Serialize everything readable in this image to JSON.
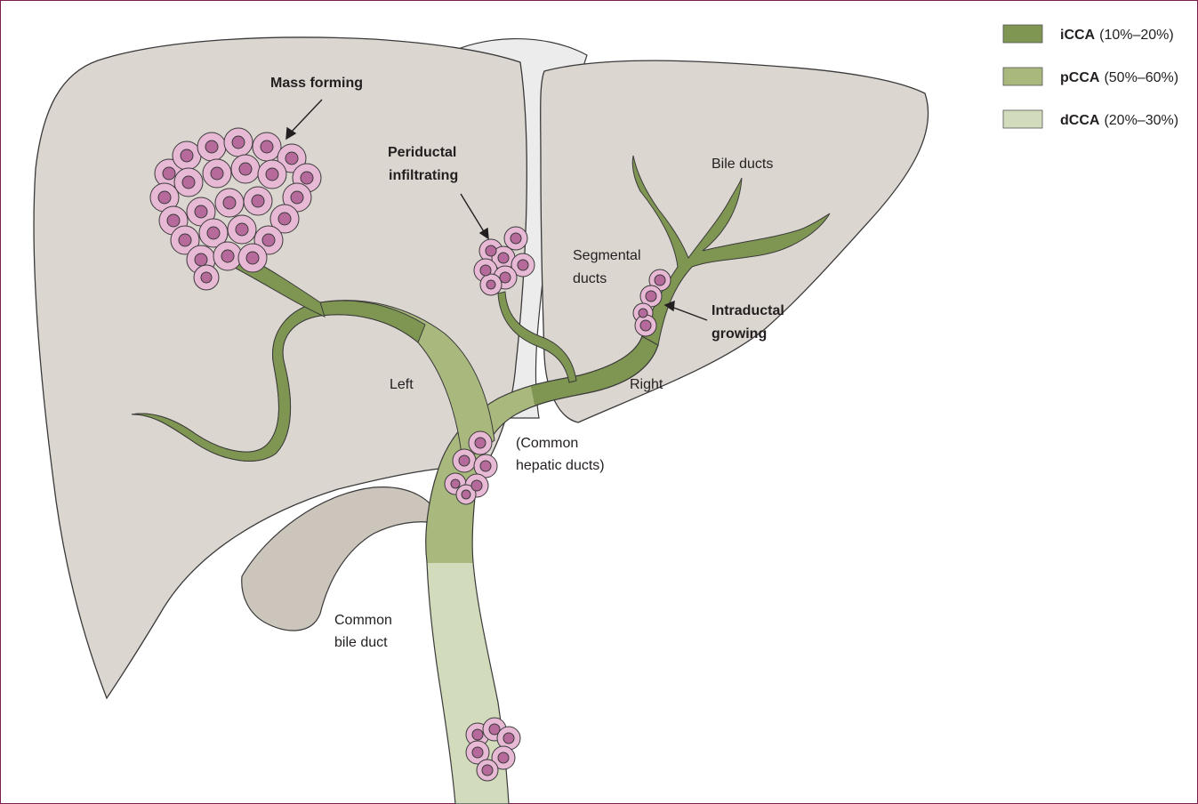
{
  "legend": [
    {
      "name": "iCCA",
      "range": "(10%–20%)",
      "color": "#7f9552"
    },
    {
      "name": "pCCA",
      "range": "(50%–60%)",
      "color": "#a9b97e"
    },
    {
      "name": "dCCA",
      "range": "(20%–30%)",
      "color": "#d2dbbb"
    }
  ],
  "labels": {
    "mass_forming": "Mass forming",
    "periductal_1": "Periductal",
    "periductal_2": "infiltrating",
    "intraductal_1": "Intraductal",
    "intraductal_2": "growing",
    "bile_ducts": "Bile ducts",
    "segmental_1": "Segmental",
    "segmental_2": "ducts",
    "left": "Left",
    "right": "Right",
    "common_hepatic_1": "(Common",
    "common_hepatic_2": "hepatic ducts)",
    "common_bile_1": "Common",
    "common_bile_2": "bile duct"
  },
  "colors": {
    "frame": "#7b1f4e",
    "liver": "#dcd6d0",
    "liver_outline": "#3a3a3a",
    "gallbladder": "#cbc5bb",
    "ligament": "#ececec",
    "tumor_cell": "#e7b9d4",
    "tumor_nucleus": "#b56a9b"
  }
}
